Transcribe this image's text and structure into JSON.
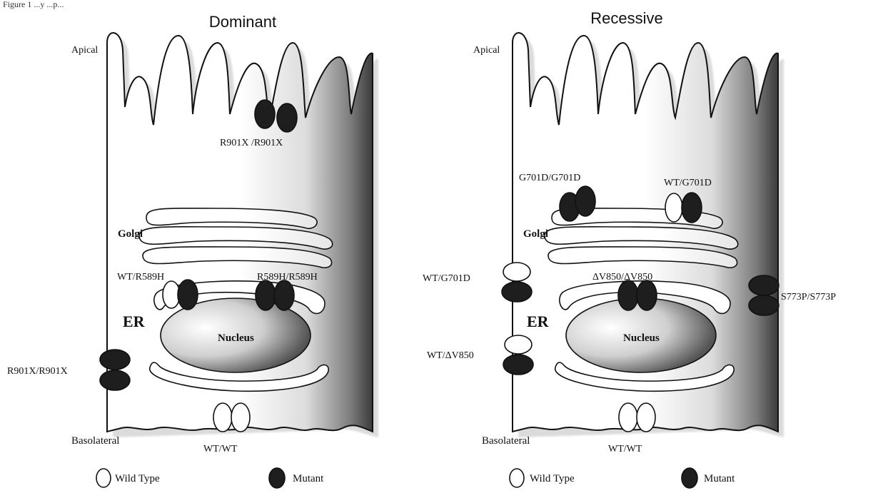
{
  "header_text": "Figure 1 ...y ...p...",
  "panels": [
    {
      "title": "Dominant",
      "apical_label": "Apical",
      "basolateral_label": "Basolateral",
      "golgi_label": "Golgi",
      "er_label": "ER",
      "nucleus_label": "Nucleus",
      "labels": {
        "apical_pair": "R901X /R901X",
        "er_left": "WT/R589H",
        "er_right": "R589H/R589H",
        "membrane_left": "R901X/R901X",
        "basal": "WT/WT"
      },
      "legend": {
        "wild_type": "Wild Type",
        "mutant": "Mutant"
      }
    },
    {
      "title": "Recessive",
      "apical_label": "Apical",
      "basolateral_label": "Basolateral",
      "golgi_label": "Golgi",
      "er_label": "ER",
      "nucleus_label": "Nucleus",
      "labels": {
        "golgi_left": "G701D/G701D",
        "golgi_right": "WT/G701D",
        "er_center": "ΔV850/ΔV850",
        "membrane_upper": "WT/G701D",
        "membrane_lower": "WT/ΔV850",
        "membrane_right": "S773P/S773P",
        "basal": "WT/WT"
      },
      "legend": {
        "wild_type": "Wild Type",
        "mutant": "Mutant"
      }
    }
  ],
  "colors": {
    "mutant": "#1e1e1e",
    "wild_type": "#ffffff",
    "outline": "#111111",
    "cell_shade": "#3a3a3a"
  }
}
